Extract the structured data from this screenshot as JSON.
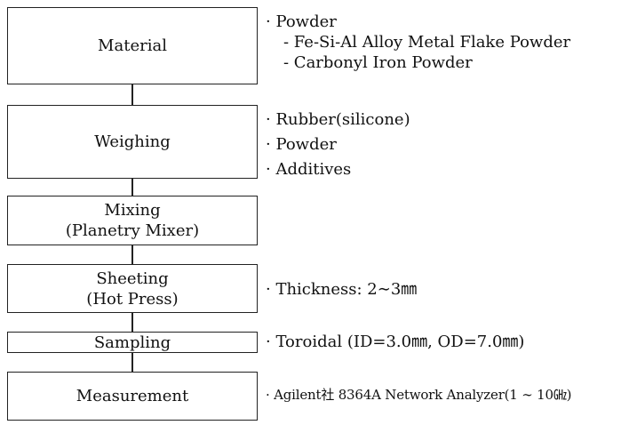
{
  "steps": [
    {
      "lines": [
        "Material"
      ],
      "notes": [
        "· Powder",
        "- Fe-Si-Al Alloy Metal Flake Powder",
        "- Carbonyl Iron Powder"
      ]
    },
    {
      "lines": [
        "Weighing"
      ],
      "notes": [
        "· Rubber(silicone)",
        "· Powder",
        "· Additives"
      ]
    },
    {
      "lines": [
        "Mixing",
        "(Planetry Mixer)"
      ],
      "notes": []
    },
    {
      "lines": [
        "Sheeting",
        "(Hot Press)"
      ],
      "notes": [
        "· Thickness: 2∼3㎜"
      ]
    },
    {
      "lines": [
        "Sampling"
      ],
      "notes": [
        "· Toroidal (ID=3.0㎜, OD=7.0㎜)"
      ]
    },
    {
      "lines": [
        "Measurement"
      ],
      "notes": [
        "· Agilent社 8364A Network Analyzer(1 ∼ 10㎓)"
      ]
    }
  ]
}
